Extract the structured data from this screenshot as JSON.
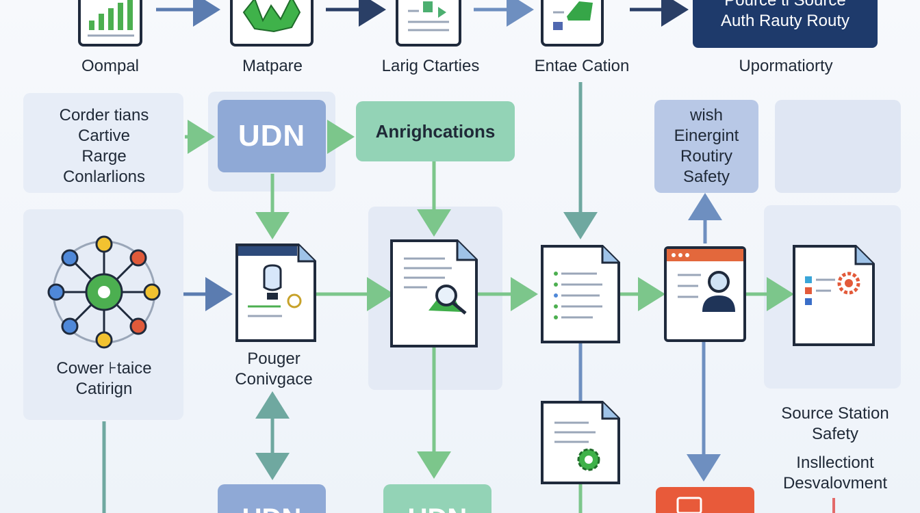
{
  "colors": {
    "background": "#f4f7fb",
    "panel": "#e6ecf6",
    "blue_chip": "#8fa9d6",
    "green_chip": "#93d3b6",
    "navy_box": "#1e3a6b",
    "orange": "#e36a3a",
    "green_arrow": "#7cc68b",
    "blue_arrow": "#6e8fc0",
    "teal_line": "#6fa8a0",
    "doc_stroke": "#1f2a3c"
  },
  "top_row": {
    "items": [
      {
        "label": "Oompal",
        "icon": "bar-chart-document-icon"
      },
      {
        "label": "Matpare",
        "icon": "wave-map-document-icon"
      },
      {
        "label": "Larig Ctarties",
        "icon": "checklist-document-icon"
      },
      {
        "label": "Entae Cation",
        "icon": "map-document-icon"
      }
    ],
    "navy_box": {
      "line1": "Pource ti Source",
      "line2": "Auth Rauty Routy"
    },
    "navy_caption": "Upormatiorty"
  },
  "middle": {
    "conditions_box": [
      "Corder tians",
      "Cartive",
      "Rarge",
      "Conlarlions"
    ],
    "udn_chip": "UDN",
    "applications_chip": "Anrighcations",
    "safety_box": [
      "wish",
      "Einergint",
      "Routiry",
      "Safety"
    ]
  },
  "network": {
    "caption": [
      "Cower ⊦taice",
      "Catirign"
    ]
  },
  "docs_row": {
    "pouger_caption": [
      "Pouger",
      "Conivgace"
    ]
  },
  "right_notes": {
    "source_station": [
      "Source Station",
      "Safety"
    ],
    "inslection": [
      "Insllectiont",
      "Desvalovment"
    ]
  },
  "bottom_chips": {
    "left": "UDN",
    "middle": "UDN"
  }
}
